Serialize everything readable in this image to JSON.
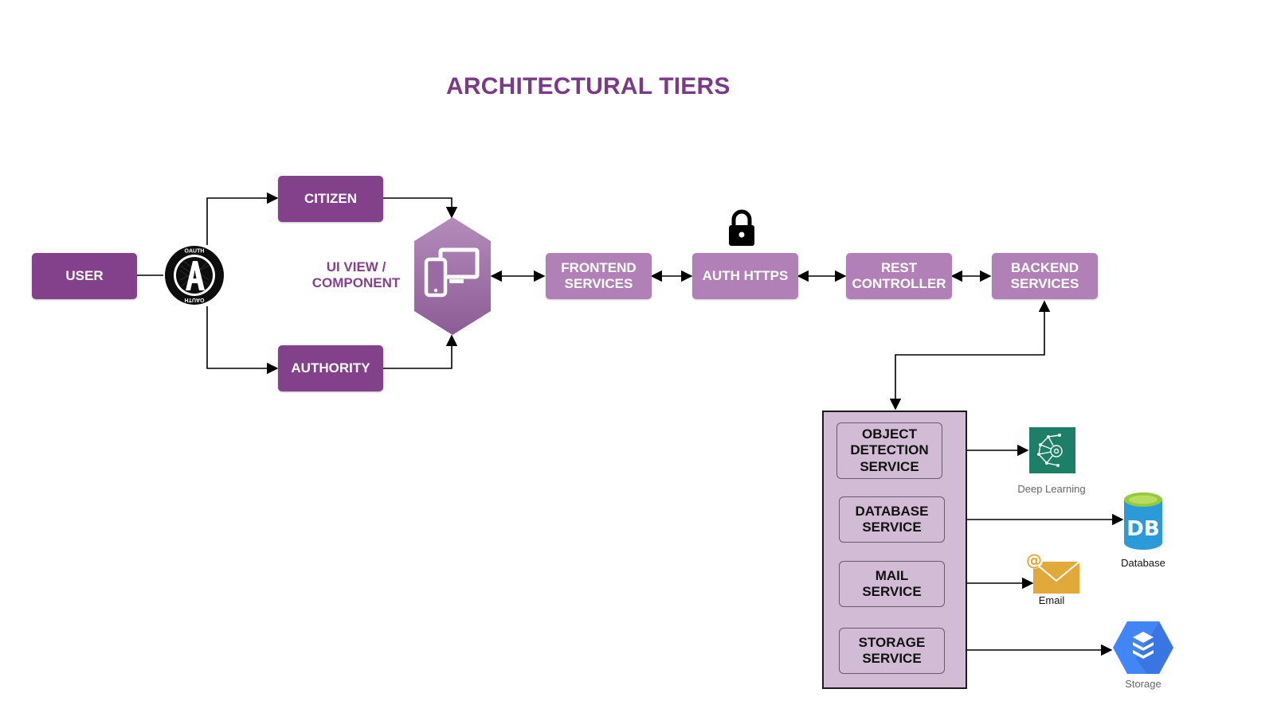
{
  "title": "ARCHITECTURAL TIERS",
  "nodes": {
    "user": "USER",
    "citizen": "CITIZEN",
    "authority": "AUTHORITY",
    "ui_view": "UI VIEW /\nCOMPONENT",
    "frontend": "FRONTEND\nSERVICES",
    "auth_https": "AUTH HTTPS",
    "rest": "REST\nCONTROLLER",
    "backend": "BACKEND\nSERVICES"
  },
  "oauth_badge": {
    "letter": "A",
    "ring_text": "OAUTH",
    "icon": "oauth-logo-icon"
  },
  "services": [
    {
      "label": "OBJECT\nDETECTION\nSERVICE",
      "target": "Deep Learning",
      "icon": "deep-learning-icon"
    },
    {
      "label": "DATABASE\nSERVICE",
      "target": "Database",
      "icon": "database-icon"
    },
    {
      "label": "MAIL\nSERVICE",
      "target": "Email",
      "icon": "email-icon"
    },
    {
      "label": "STORAGE\nSERVICE",
      "target": "Storage",
      "icon": "storage-icon"
    }
  ],
  "db_icon_text": "DB",
  "colors": {
    "dark_purple": "#84418b",
    "light_purple": "#b180b6",
    "panel": "#d2bcd5",
    "title": "#7b3a88"
  }
}
